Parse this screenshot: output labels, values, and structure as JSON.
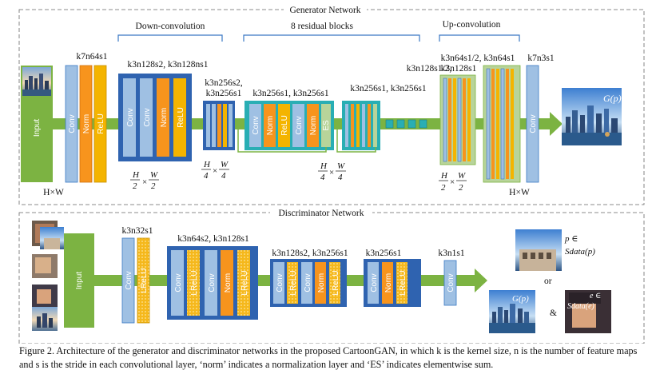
{
  "generator": {
    "title": "Generator Network",
    "down_conv": "Down-convolution",
    "residual": "8 residual blocks",
    "up_conv": "Up-convolution",
    "input_label": "Input",
    "k7": "k7n64s1",
    "k3n128": "k3n128s2, k3n128ns1",
    "k3n256a": "k3n256s2,",
    "k3n256b": "k3n256s1",
    "res1": "k3n256s1,  k3n256s1",
    "res2": "k3n256s1,  k3n256s1",
    "up1": "k3n128s1/2,",
    "up2": "k3n64s1/2, k3n64s1",
    "up3": "k3n128s1",
    "k7n3": "k7n3s1",
    "conv": "Conv",
    "norm": "Norm",
    "relu": "ReLU",
    "es": "ES",
    "hw": "H×W",
    "gp": "G(p)"
  },
  "discriminator": {
    "title": "Discriminator Network",
    "input_label": "Input",
    "k3n32": "k3n32s1",
    "k3n64": "k3n64s2, k3n128s1",
    "k3n128": "k3n128s2, k3n256s1",
    "k3n256": "k3n256s1",
    "k3n1": "k3n1s1",
    "conv": "Conv",
    "norm": "Norm",
    "lrelu": "LReLU",
    "or": "or",
    "amp": "&",
    "p_in": "p ∈",
    "s_data_p": "Sdata(p)",
    "e_in": "e ∈",
    "s_data_e": "Sdata(e)",
    "gp": "G(p)"
  },
  "caption": "Figure 2. Architecture of the generator and discriminator networks in the proposed CartoonGAN, in which k is the kernel size, n is the number of feature maps and s is the stride in each convolutional layer, ‘norm’ indicates a normalization layer and ‘ES’ indicates elementwise sum.",
  "colors": {
    "green": "#7cb342",
    "blue": "#9fc0e3",
    "orange": "#f7941d",
    "yellow": "#f4b400",
    "dark_blue": "#2f63b0",
    "teal": "#29aeb4",
    "pale_green": "#b8d49a"
  }
}
